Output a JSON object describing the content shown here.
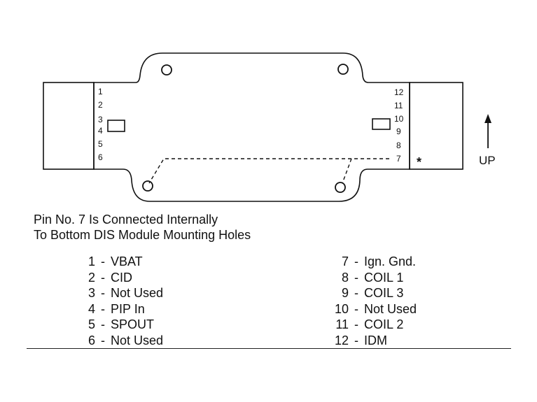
{
  "diagram": {
    "left_pins": [
      "1",
      "2",
      "3",
      "4",
      "5",
      "6"
    ],
    "right_pins": [
      "12",
      "11",
      "10",
      "9",
      "8",
      "7"
    ],
    "asterisk": "*",
    "up_label": "UP"
  },
  "note": {
    "line1": "Pin No. 7 Is Connected Internally",
    "line2": "To Bottom DIS Module Mounting Holes"
  },
  "legend_left": [
    {
      "num": "1",
      "sep": "-",
      "name": "VBAT"
    },
    {
      "num": "2",
      "sep": "-",
      "name": "CID"
    },
    {
      "num": "3",
      "sep": "-",
      "name": "Not Used"
    },
    {
      "num": "4",
      "sep": "-",
      "name": "PIP In"
    },
    {
      "num": "5",
      "sep": "-",
      "name": "SPOUT"
    },
    {
      "num": "6",
      "sep": "-",
      "name": "Not Used"
    }
  ],
  "legend_right": [
    {
      "num": "7",
      "sep": "-",
      "name": "Ign. Gnd."
    },
    {
      "num": "8",
      "sep": "-",
      "name": "COIL 1"
    },
    {
      "num": "9",
      "sep": "-",
      "name": "COIL 3"
    },
    {
      "num": "10",
      "sep": "-",
      "name": "Not Used"
    },
    {
      "num": "11",
      "sep": "-",
      "name": "COIL 2"
    },
    {
      "num": "12",
      "sep": "-",
      "name": "IDM"
    }
  ]
}
